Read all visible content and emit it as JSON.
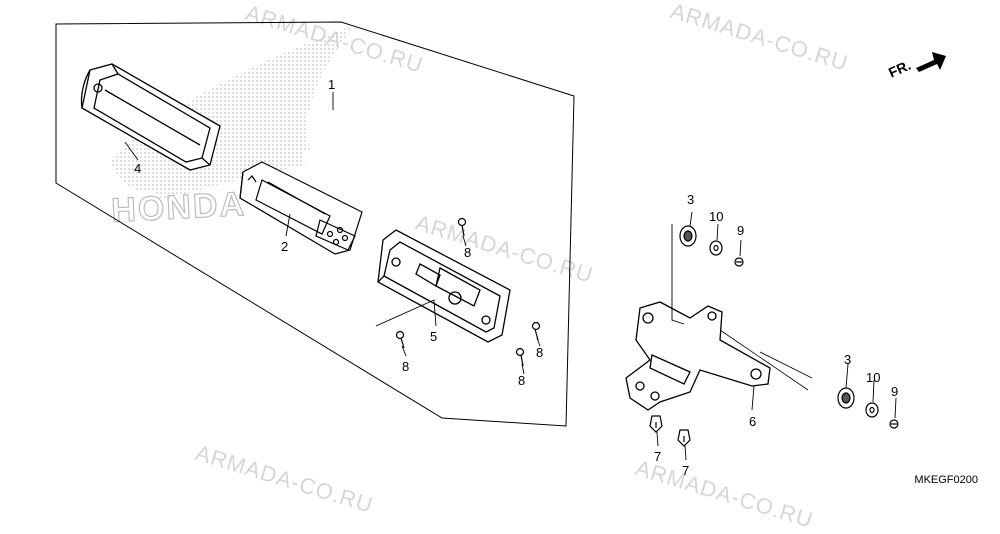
{
  "watermarks": [
    "ARMADA-CO.RU",
    "ARMADA-CO.RU",
    "ARMADA-CO.RU",
    "ARMADA-CO.RU",
    "ARMADA-CO.RU"
  ],
  "brand_watermark": "HONDA",
  "front_indicator": "FR.",
  "diagram_code": "MKEGF0200",
  "callouts": {
    "c1": "1",
    "c2": "2",
    "c3a": "3",
    "c3b": "3",
    "c4": "4",
    "c5": "5",
    "c6": "6",
    "c7a": "7",
    "c7b": "7",
    "c8a": "8",
    "c8b": "8",
    "c8c": "8",
    "c8d": "8",
    "c9a": "9",
    "c9b": "9",
    "c10a": "10",
    "c10b": "10"
  },
  "colors": {
    "line": "#000000",
    "watermark": "#d6d6d6",
    "logo_dots": "#c8c8c8"
  }
}
